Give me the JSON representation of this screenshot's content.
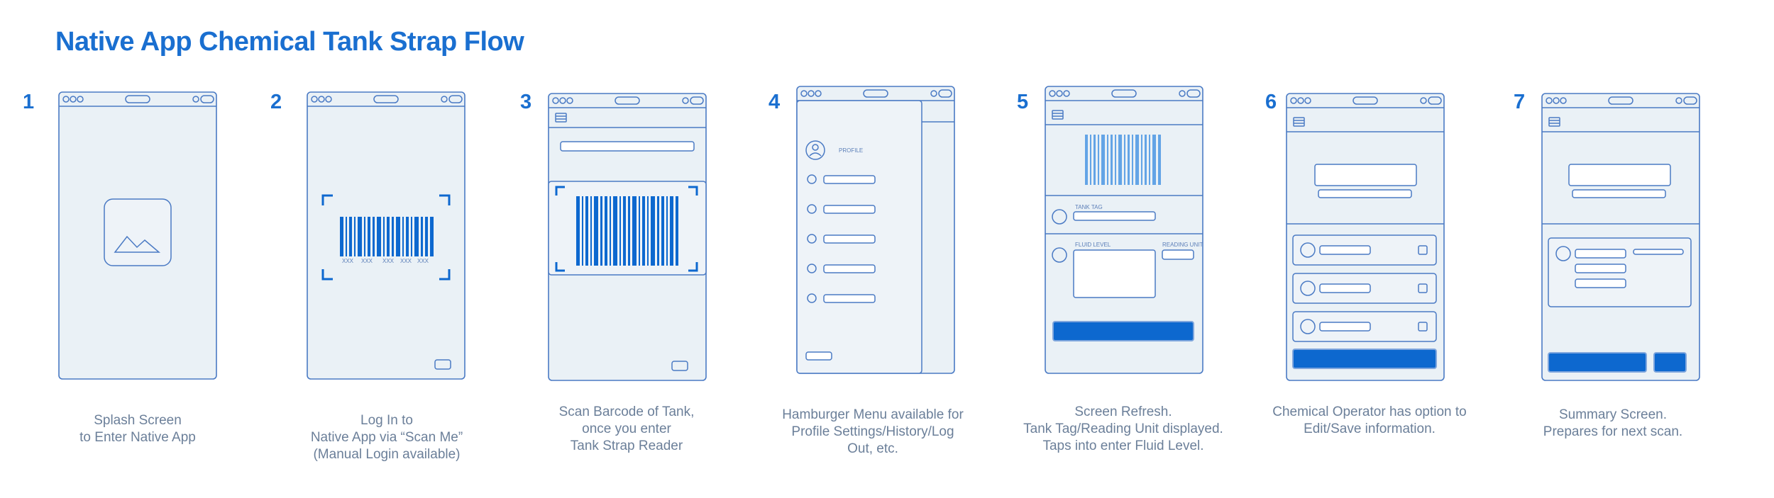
{
  "title": "Native App Chemical Tank Strap Flow",
  "steps": [
    {
      "number": "1",
      "caption": [
        "Splash Screen",
        "to Enter Native App"
      ]
    },
    {
      "number": "2",
      "caption": [
        "Log In to",
        "Native App via “Scan Me”",
        "(Manual Login available)"
      ],
      "barcode_labels": [
        "XXX",
        "XXX",
        "XXX",
        "XXX",
        "XXX"
      ]
    },
    {
      "number": "3",
      "caption": [
        "Scan Barcode of Tank,",
        "once you enter",
        "Tank Strap Reader"
      ]
    },
    {
      "number": "4",
      "caption": [
        "Hamburger Menu available for",
        "Profile Settings/History/Log",
        "Out, etc."
      ],
      "profile_label": "PROFILE"
    },
    {
      "number": "5",
      "caption": [
        "Screen Refresh.",
        "Tank Tag/Reading Unit displayed.",
        "Taps into enter Fluid Level."
      ],
      "tank_tag_label": "TANK TAG",
      "fluid_level_label": "FLUID LEVEL",
      "reading_unit_label": "READING UNIT"
    },
    {
      "number": "6",
      "caption": [
        "Chemical Operator has option to",
        "Edit/Save information."
      ]
    },
    {
      "number": "7",
      "caption": [
        "Summary Screen.",
        "Prepares for next scan."
      ]
    }
  ],
  "colors": {
    "accent": "#1a6fd0",
    "button": "#0d68cf",
    "outline": "#4a7ac4",
    "screen_bg": "#eaf1f6",
    "caption": "#6b7f99"
  }
}
